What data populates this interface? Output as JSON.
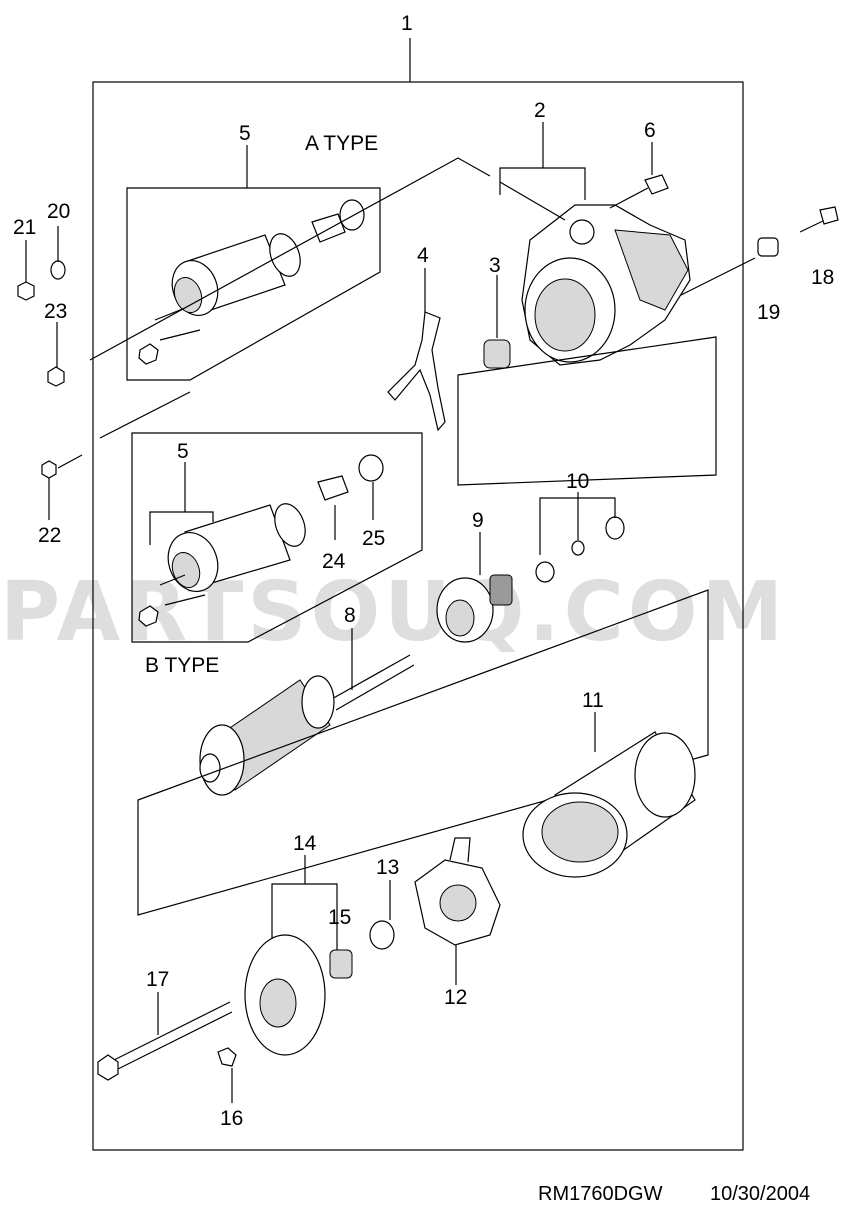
{
  "type_labels": {
    "a": "A TYPE",
    "b": "B TYPE"
  },
  "watermark": "PARTSOUQ.COM",
  "footer": {
    "ref_code": "RM1760DGW",
    "date": "10/30/2004"
  },
  "callouts": {
    "c1": "1",
    "c2": "2",
    "c3": "3",
    "c4": "4",
    "c5a": "5",
    "c5b": "5",
    "c6": "6",
    "c8": "8",
    "c9": "9",
    "c10": "10",
    "c11": "11",
    "c12": "12",
    "c13": "13",
    "c14": "14",
    "c15": "15",
    "c16": "16",
    "c17": "17",
    "c18": "18",
    "c19": "19",
    "c20": "20",
    "c21": "21",
    "c22": "22",
    "c23": "23",
    "c24": "24",
    "c25": "25"
  }
}
